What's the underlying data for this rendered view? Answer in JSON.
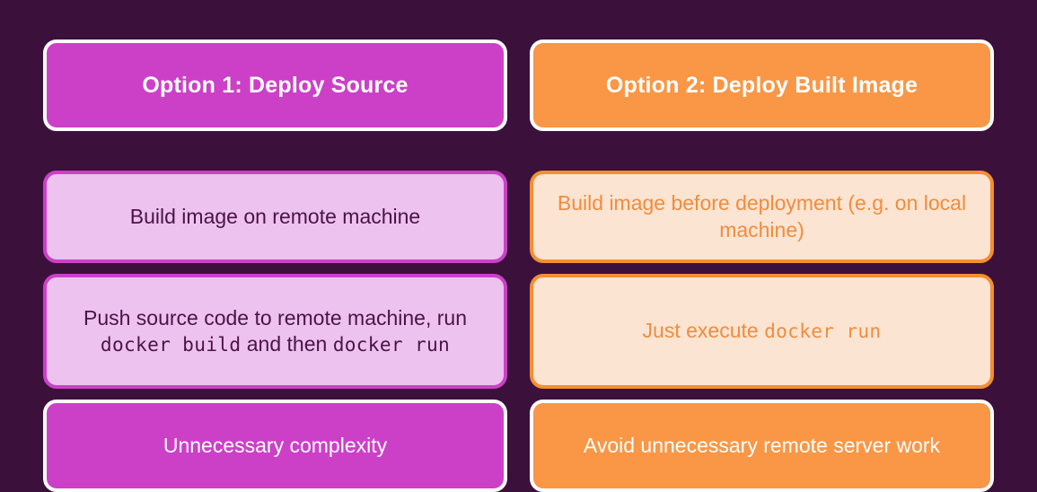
{
  "theme": {
    "background": "#3b113c",
    "left_accent": "#cc40c8",
    "left_light": "#edc2ee",
    "left_text_on_light": "#4b1347",
    "right_accent": "#f99746",
    "right_light": "#fce4d2",
    "right_text_on_light": "#f28c3c",
    "border_light": "#ffffff"
  },
  "columns": [
    {
      "id": "option-1",
      "header": "Option 1: Deploy Source",
      "cards": [
        {
          "id": "left-card-1",
          "style": "light",
          "runs": [
            {
              "type": "text",
              "value": "Build image on remote machine"
            }
          ]
        },
        {
          "id": "left-card-2",
          "style": "light",
          "runs": [
            {
              "type": "text",
              "value": "Push source code to remote machine, run "
            },
            {
              "type": "code",
              "value": "docker build"
            },
            {
              "type": "text",
              "value": " and then "
            },
            {
              "type": "code",
              "value": "docker run"
            }
          ]
        },
        {
          "id": "left-card-3",
          "style": "solid",
          "runs": [
            {
              "type": "text",
              "value": "Unnecessary complexity"
            }
          ]
        }
      ]
    },
    {
      "id": "option-2",
      "header": "Option 2: Deploy Built Image",
      "cards": [
        {
          "id": "right-card-1",
          "style": "light",
          "runs": [
            {
              "type": "text",
              "value": "Build image before deployment (e.g. on local machine)"
            }
          ]
        },
        {
          "id": "right-card-2",
          "style": "light",
          "runs": [
            {
              "type": "text",
              "value": "Just execute "
            },
            {
              "type": "code",
              "value": "docker run"
            }
          ]
        },
        {
          "id": "right-card-3",
          "style": "solid",
          "runs": [
            {
              "type": "text",
              "value": "Avoid unnecessary remote server work"
            }
          ]
        }
      ]
    }
  ]
}
